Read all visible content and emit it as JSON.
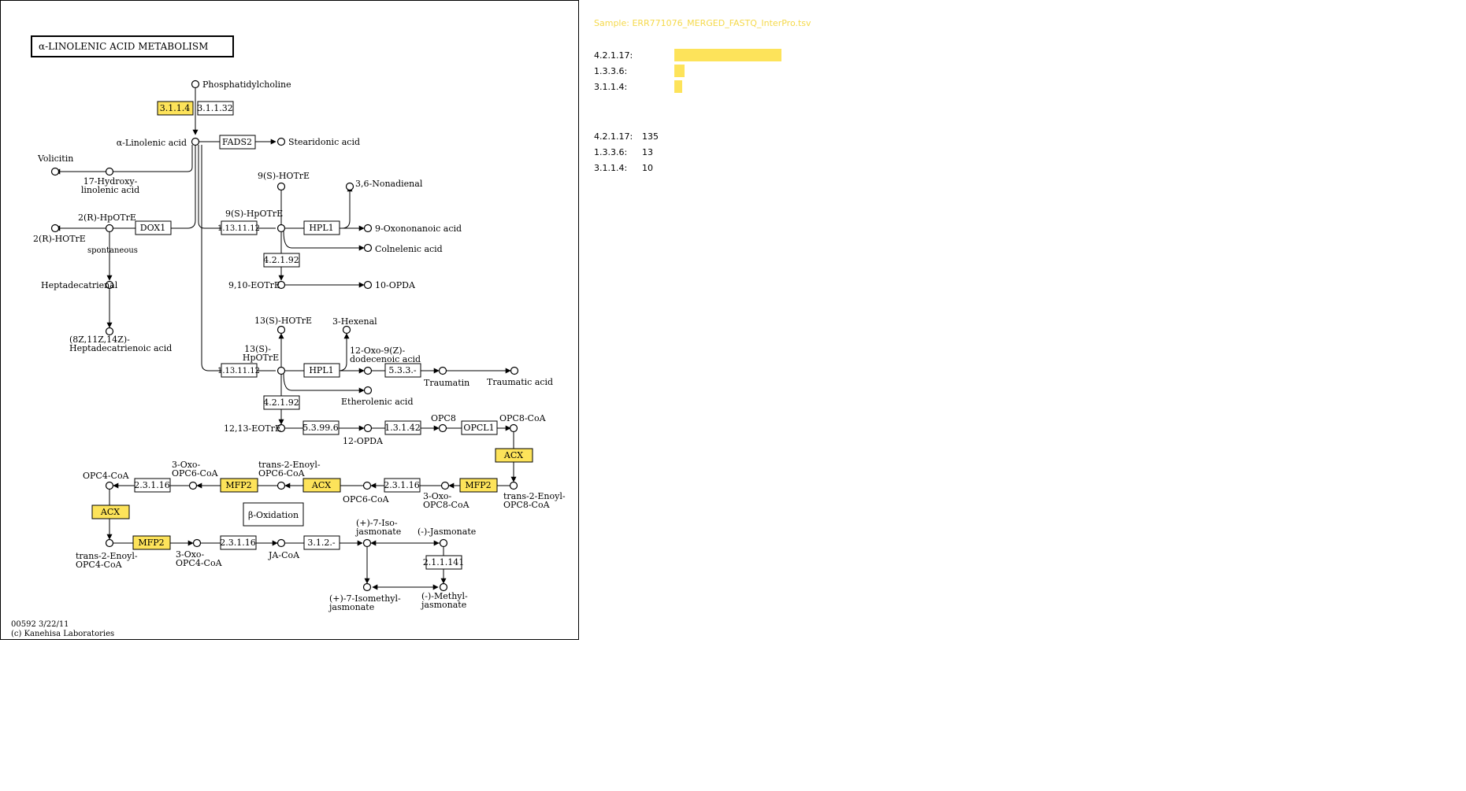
{
  "colors": {
    "highlight": "#fde35a",
    "sample_text": "#f5d94a",
    "line": "#000000"
  },
  "map": {
    "title": "α-LINOLENIC ACID METABOLISM",
    "footer_id": "00592 3/22/11",
    "footer_copyright": "(c) Kanehisa Laboratories",
    "enzymes": {
      "e3114": "3.1.1.4",
      "e31132": "3.1.1.32",
      "fads2": "FADS2",
      "dox1": "DOX1",
      "lox9": "1.13.11.12",
      "hpl1a": "HPL1",
      "aos9": "4.2.1.92",
      "lox13": "1.13.11.12",
      "hpl1b": "HPL1",
      "e533": "5.3.3.-",
      "aos13": "4.2.1.92",
      "aoc": "5.3.99.6",
      "opr": "1.3.1.42",
      "opcl1": "OPCL1",
      "acx1": "ACX",
      "mfp2a": "MFP2",
      "e23116a": "2.3.1.16",
      "acx2": "ACX",
      "mfp2b": "MFP2",
      "e23116b": "2.3.1.16",
      "acx3": "ACX",
      "mfp2c": "MFP2",
      "e23116c": "2.3.1.16",
      "e312": "3.1.2.-",
      "jmt": "2.1.1.141",
      "beta": "β-Oxidation"
    },
    "compounds": {
      "phosphatidylcholine": "Phosphatidylcholine",
      "alinolenic": "α-Linolenic acid",
      "stearidonic": "Stearidonic acid",
      "volicitin": "Volicitin",
      "hydroxy17_a": "17-Hydroxy-",
      "hydroxy17_b": "linolenic acid",
      "hpotre2r": "2(R)-HpOTrE",
      "hotre2r": "2(R)-HOTrE",
      "spontaneous": "spontaneous",
      "heptadecatrienal": "Heptadecatrienal",
      "heptacid_a": "(8Z,11Z,14Z)-",
      "heptacid_b": "Heptadecatrienoic acid",
      "hotre9s": "9(S)-HOTrE",
      "hpotre9s": "9(S)-HpOTrE",
      "nonadienal": "3,6-Nonadienal",
      "oxononanoic": "9-Oxononanoic acid",
      "colnelenic": "Colnelenic acid",
      "eotre910": "9,10-EOTrE",
      "opda10": "10-OPDA",
      "hotre13s": "13(S)-HOTrE",
      "hexenal": "3-Hexenal",
      "hpotre13s_a": "13(S)-",
      "hpotre13s_b": "HpOTrE",
      "oxododec_a": "12-Oxo-9(Z)-",
      "oxododec_b": "dodecenoic acid",
      "traumatin": "Traumatin",
      "traumatic": "Traumatic acid",
      "etherolenic": "Etherolenic acid",
      "eotre1213": "12,13-EOTrE",
      "opda12": "12-OPDA",
      "opc8": "OPC8",
      "opc8coa": "OPC8-CoA",
      "enoylopc8_a": "trans-2-Enoyl-",
      "enoylopc8_b": "OPC8-CoA",
      "oxoopc8_a": "3-Oxo-",
      "oxoopc8_b": "OPC8-CoA",
      "opc6coa": "OPC6-CoA",
      "enoylopc6_a": "trans-2-Enoyl-",
      "enoylopc6_b": "OPC6-CoA",
      "oxoopc6_a": "3-Oxo-",
      "oxoopc6_b": "OPC6-CoA",
      "opc4coa": "OPC4-CoA",
      "enoylopc4_a": "trans-2-Enoyl-",
      "enoylopc4_b": "OPC4-CoA",
      "oxoopc4_a": "3-Oxo-",
      "oxoopc4_b": "OPC4-CoA",
      "jacoa": "JA-CoA",
      "isojas_a": "(+)-7-Iso-",
      "isojas_b": "jasmonate",
      "jasmonate": "(-)-Jasmonate",
      "isomethyl_a": "(+)-7-Isomethyl-",
      "isomethyl_b": "jasmonate",
      "methyljas_a": "(-)-Methyl-",
      "methyljas_b": "jasmonate"
    }
  },
  "sample": {
    "label": "Sample: ERR771076_MERGED_FASTQ_InterPro.tsv",
    "bars": [
      {
        "ec": "4.2.1.17:",
        "count": 135
      },
      {
        "ec": "1.3.3.6:",
        "count": 13
      },
      {
        "ec": "3.1.1.4:",
        "count": 10
      }
    ],
    "counts": [
      {
        "ec": "4.2.1.17:",
        "value": "135"
      },
      {
        "ec": "1.3.3.6:",
        "value": "13"
      },
      {
        "ec": "3.1.1.4:",
        "value": "10"
      }
    ]
  }
}
